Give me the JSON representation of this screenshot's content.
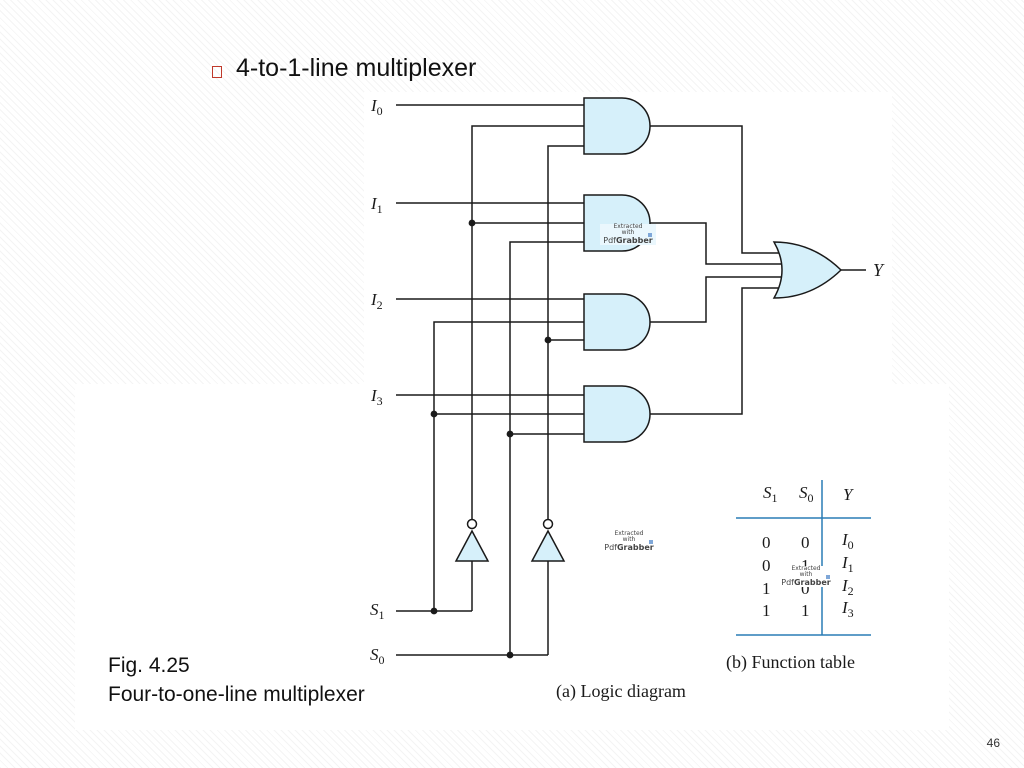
{
  "slide": {
    "title": "4-to-1-line multiplexer",
    "page_number": "46"
  },
  "caption": {
    "line1": "Fig. 4.25",
    "line2": "Four-to-one-line multiplexer"
  },
  "diagram": {
    "inputs": [
      {
        "base": "I",
        "sub": "0"
      },
      {
        "base": "I",
        "sub": "1"
      },
      {
        "base": "I",
        "sub": "2"
      },
      {
        "base": "I",
        "sub": "3"
      }
    ],
    "selects": [
      {
        "base": "S",
        "sub": "1"
      },
      {
        "base": "S",
        "sub": "0"
      }
    ],
    "output": "Y",
    "logic_caption": "(a) Logic diagram",
    "table_caption": "(b) Function table",
    "colors": {
      "gate_fill": "#d6f0fa",
      "stroke": "#1a1a1a",
      "table_rule": "#2a7db5"
    }
  },
  "function_table": {
    "headers": [
      {
        "base": "S",
        "sub": "1"
      },
      {
        "base": "S",
        "sub": "0"
      },
      {
        "base": "Y",
        "sub": ""
      }
    ],
    "rows": [
      {
        "s1": "0",
        "s0": "0",
        "y_base": "I",
        "y_sub": "0"
      },
      {
        "s1": "0",
        "s0": "1",
        "y_base": "I",
        "y_sub": "1"
      },
      {
        "s1": "1",
        "s0": "0",
        "y_base": "I",
        "y_sub": "2"
      },
      {
        "s1": "1",
        "s0": "1",
        "y_base": "I",
        "y_sub": "3"
      }
    ]
  },
  "watermark": {
    "line1": "Extracted",
    "line2": "with",
    "brand_light": "Pdf",
    "brand_bold": "Grabber"
  }
}
